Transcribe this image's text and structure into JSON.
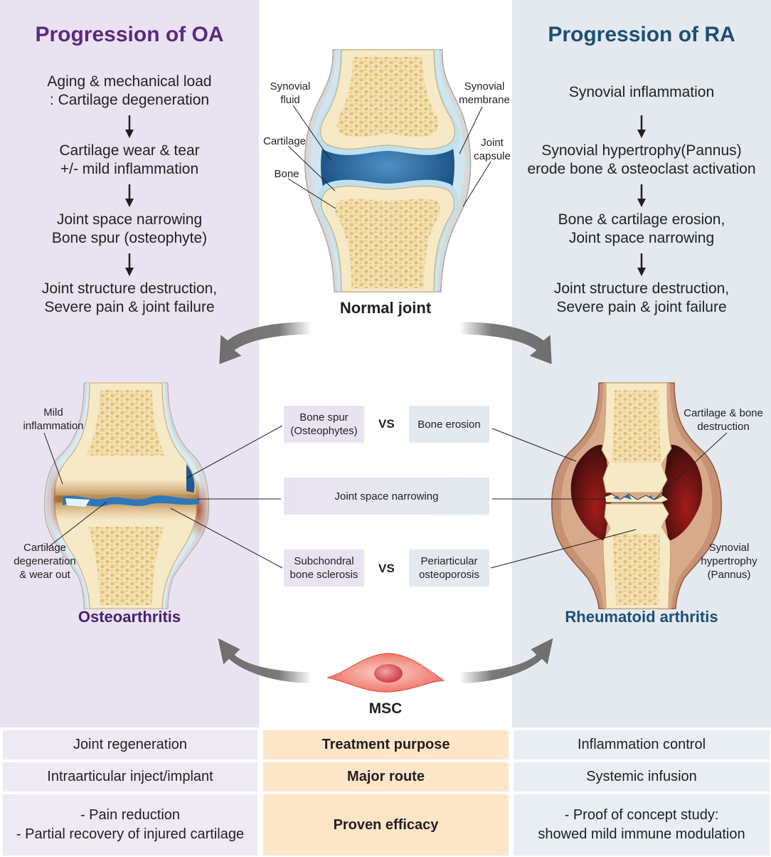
{
  "colors": {
    "oa_accent": "#5b2a7e",
    "ra_accent": "#1d4f72",
    "oa_panel_bg": "#e9e3f1",
    "ra_panel_bg": "#e3e9ef",
    "table_mid_bg": "#fde6c8",
    "bone": "#f6e9c6",
    "synovial_fluid": "#1f5b8f",
    "cartilage": "#bde0ef",
    "inflammation": "#7a1a14",
    "msc_cell": "#ef6a5f"
  },
  "oa": {
    "title": "Progression of OA",
    "steps": [
      "Aging & mechanical load\n: Cartilage degeneration",
      "Cartilage wear & tear\n+/- mild inflammation",
      "Joint space narrowing\nBone spur (osteophyte)",
      "Joint structure destruction,\nSevere pain & joint failure"
    ],
    "joint_name": "Osteoarthritis",
    "labels": {
      "mild_inflammation": "Mild\ninflammation",
      "cartilage_degeneration": "Cartilage\ndegeneration\n& wear out"
    }
  },
  "ra": {
    "title": "Progression of RA",
    "steps": [
      "Synovial inflammation",
      "Synovial hypertrophy(Pannus)\nerode bone & osteoclast activation",
      "Bone & cartilage erosion,\nJoint space narrowing",
      "Joint structure destruction,\nSevere pain & joint failure"
    ],
    "joint_name": "Rheumatoid arthritis",
    "labels": {
      "cartilage_bone_destruction": "Cartilage & bone\ndestruction",
      "synovial_hypertrophy": "Synovial\nhypertrophy\n(Pannus)"
    }
  },
  "normal": {
    "joint_name": "Normal joint",
    "labels": {
      "synovial_fluid": "Synovial\nfluid",
      "cartilage": "Cartilage",
      "bone": "Bone",
      "synovial_membrane": "Synovial\nmembrane",
      "joint_capsule": "Joint\ncapsule"
    }
  },
  "comparison": {
    "vs_label": "VS",
    "rows": [
      {
        "oa": "Bone spur\n(Osteophytes)",
        "ra": "Bone erosion"
      },
      {
        "shared": "Joint space narrowing"
      },
      {
        "oa": "Subchondral\nbone sclerosis",
        "ra": "Periarticular\nosteoporosis"
      }
    ]
  },
  "msc": {
    "label": "MSC"
  },
  "treatment_table": {
    "rows": [
      {
        "oa": "Joint regeneration",
        "header": "Treatment purpose",
        "ra": "Inflammation control"
      },
      {
        "oa": "Intraarticular inject/implant",
        "header": "Major route",
        "ra": "Systemic infusion"
      },
      {
        "oa": "- Pain reduction\n- Partial recovery of injured cartilage",
        "header": "Proven efficacy",
        "ra": "- Proof of concept study:\nshowed mild immune modulation"
      }
    ]
  }
}
